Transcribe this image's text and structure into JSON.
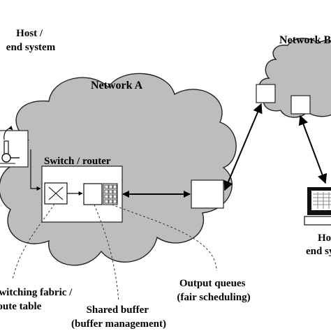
{
  "labels": {
    "host_left": [
      "Host /",
      "end system"
    ],
    "network_a": "Network A",
    "network_b": "Network B",
    "switch_router": "Switch / router",
    "switching_fabric": [
      "Switching fabric /",
      "route table"
    ],
    "shared_buffer": [
      "Shared buffer",
      "(buffer management)"
    ],
    "output_queues": [
      "Output queues",
      "(fair scheduling)"
    ],
    "host_right": [
      "Host /",
      "end system"
    ]
  },
  "colors": {
    "cloud_fill": "#bdbdbd",
    "outline": "#222222",
    "background": "#ffffff"
  },
  "icons": [
    "crossbar-switch-icon",
    "buffer-queue-icon",
    "computer-terminal-icon",
    "host-cable-icon"
  ]
}
